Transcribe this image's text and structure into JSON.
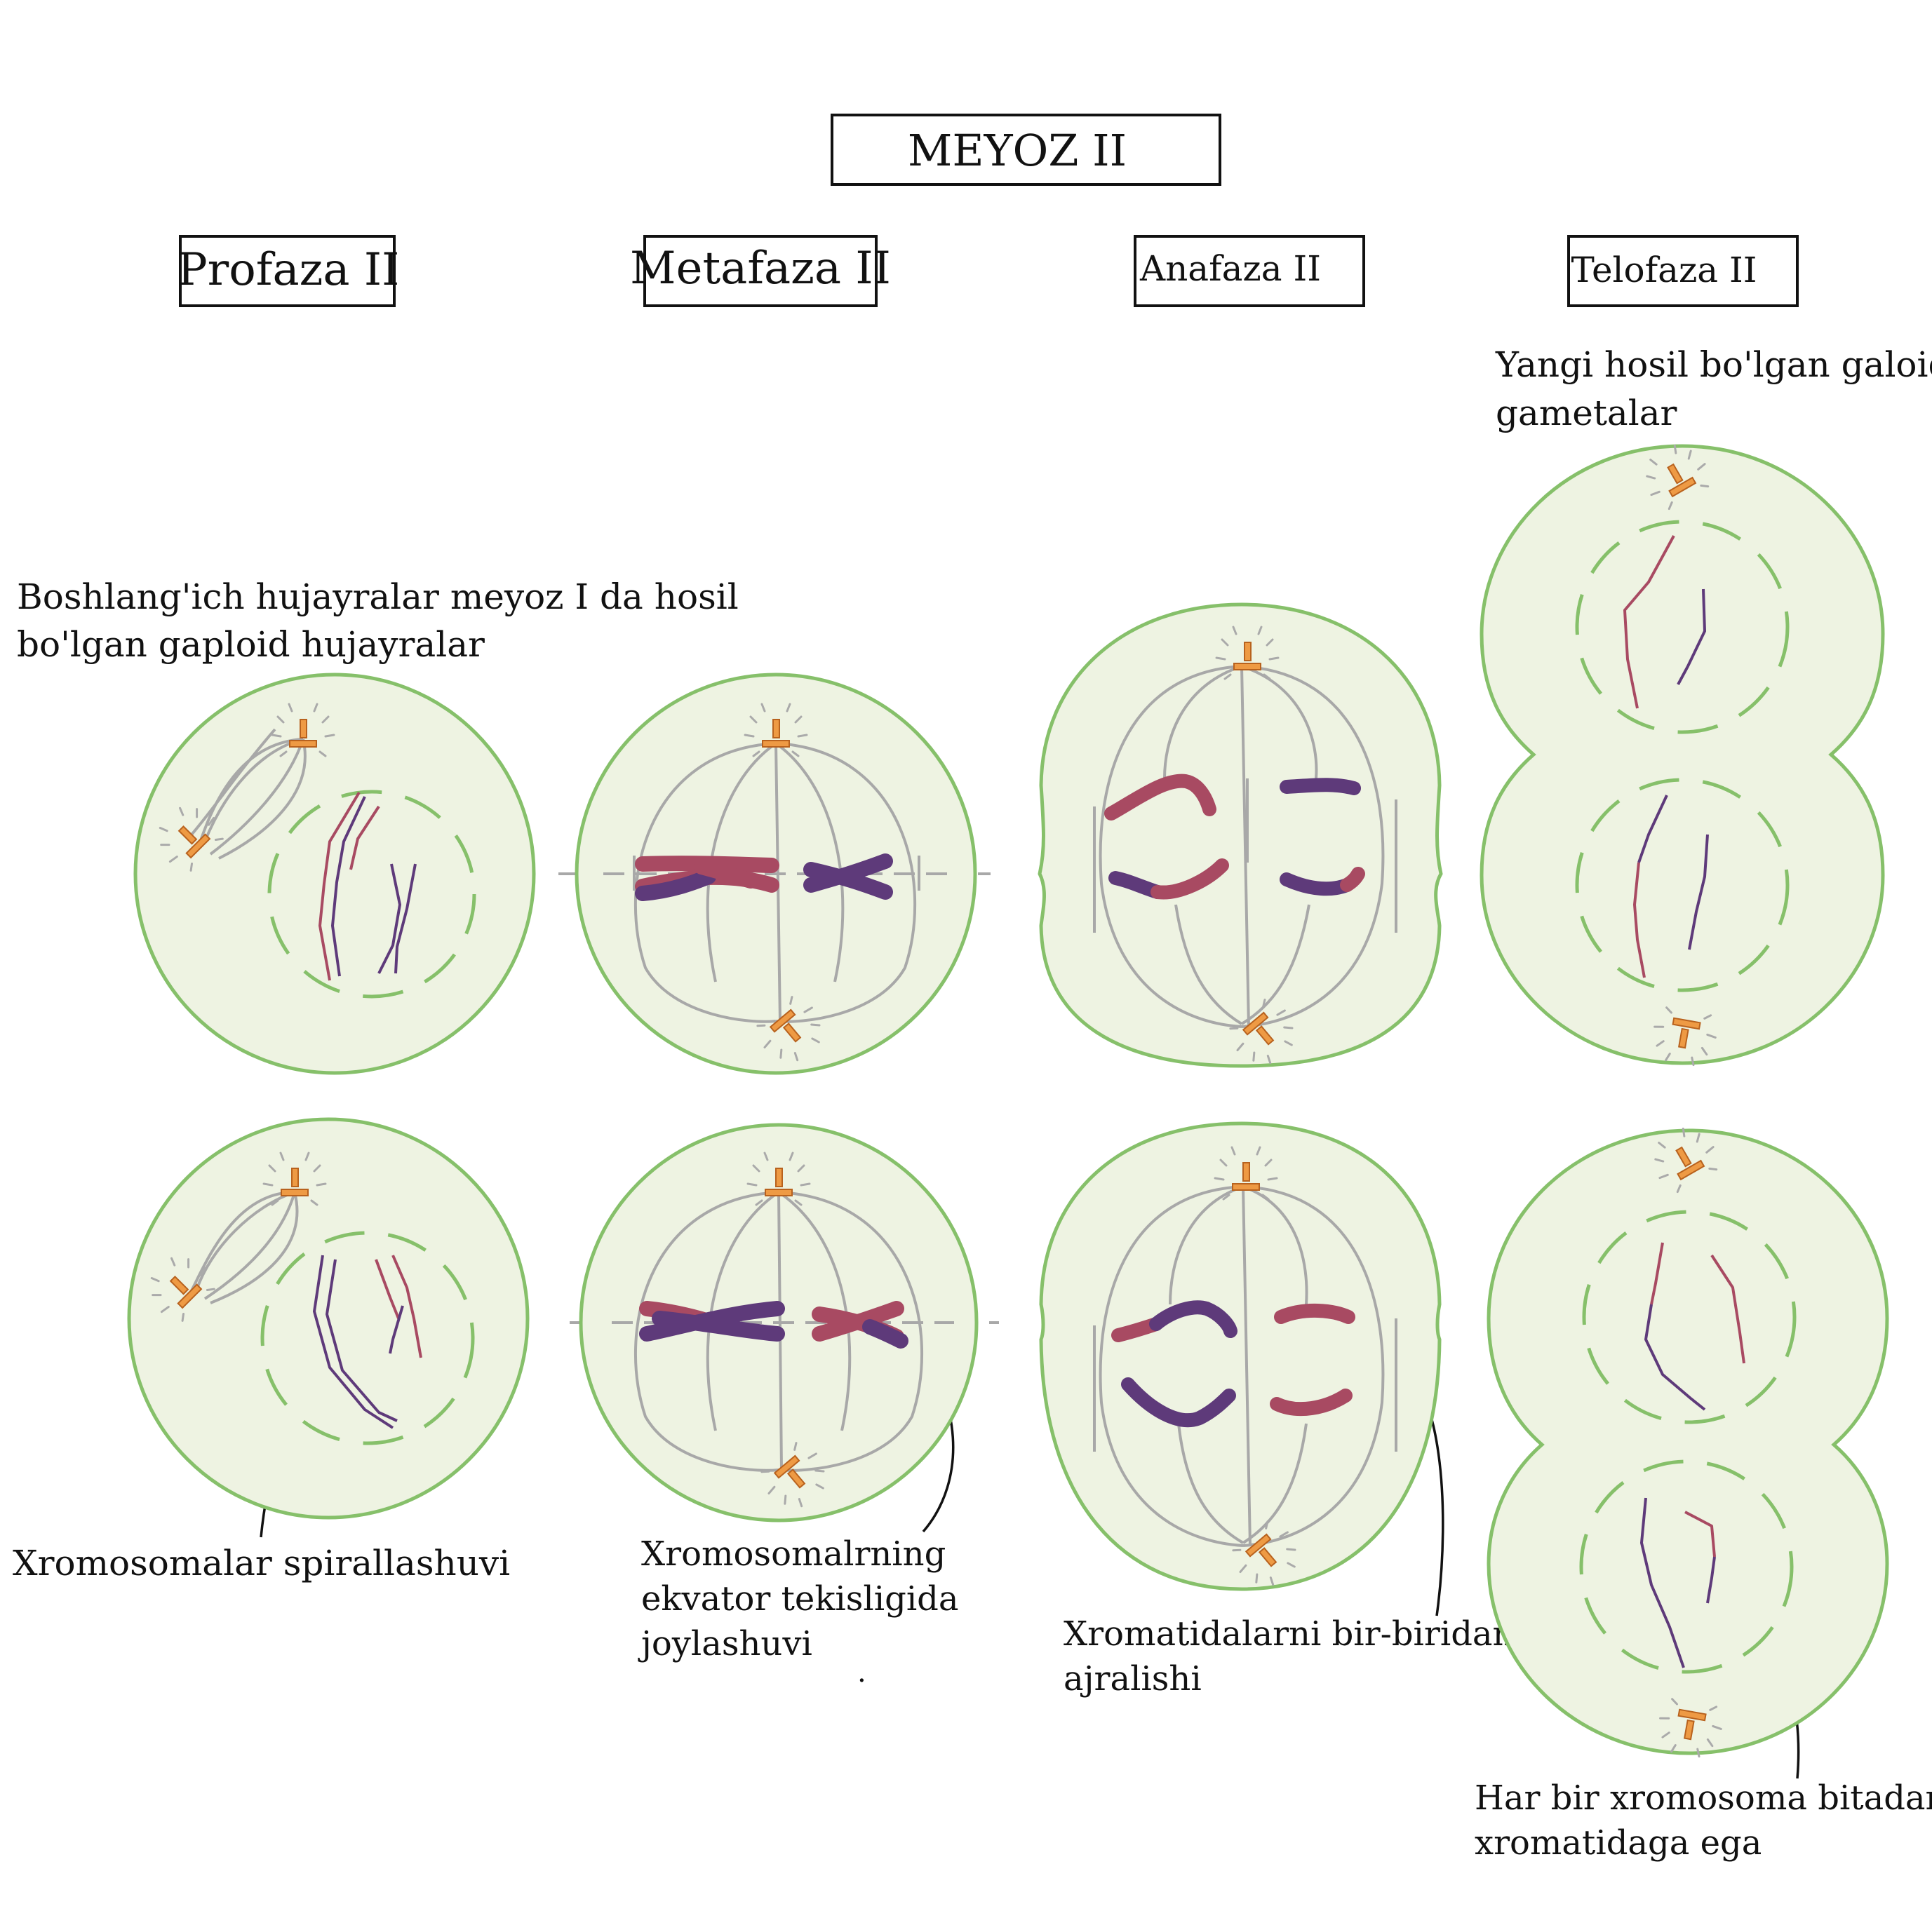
{
  "title": "MEYOZ II",
  "phases": [
    {
      "label": "Profaza II"
    },
    {
      "label": "Metafaza II"
    },
    {
      "label": "Anafaza II"
    },
    {
      "label": "Telofaza II"
    }
  ],
  "notes": {
    "initial_cells": [
      "Boshlang'ich hujayralar meyoz I da hosil",
      "bo'lgan gaploid hujayralar"
    ],
    "gametes": [
      "Yangi hosil bo'lgan galoid",
      "gametalar"
    ],
    "spiral": [
      "Xromosomalar spirallashuvi"
    ],
    "equator": [
      "Xromosomalrning",
      "ekvator tekisligida",
      "joylashuvi"
    ],
    "separation": [
      "Xromatidalarni bir-biridan",
      "ajralishi"
    ],
    "single_chromatid": [
      "Har bir xromosoma bitadan",
      "xromatidaga ega"
    ],
    "stray_dot": "."
  },
  "colors": {
    "cell_fill": "#eef3e2",
    "cell_outline": "#86c06a",
    "spindle": "#a8a8a8",
    "centrosome": "#e8903a",
    "chromosome_red": "#a84a62",
    "chromosome_purple": "#5e3a7a",
    "label_text": "#111111"
  },
  "icons": {
    "centrosome": "centrosome-icon",
    "arrow": "curved-arrow-icon"
  }
}
